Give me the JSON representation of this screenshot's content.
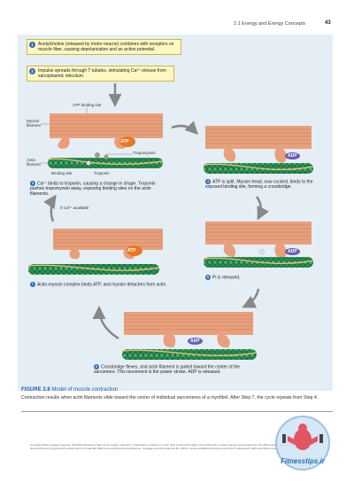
{
  "header": {
    "section": "2.1  Energy and Energy Concepts",
    "page_number": "43"
  },
  "steps": {
    "s1": {
      "num": "1",
      "text": "Acetylcholine (released by motor neuron) combines with receptors on muscle fiber, causing depolarization and an action potential."
    },
    "s2": {
      "num": "2",
      "text": "Impulse spreads through T tubules, stimulating Ca²⁺ release from sarcoplasmic reticulum."
    },
    "s3": {
      "num": "3",
      "text": "Ca²⁺ binds to troponin, causing a change in shape. Troponin pushes tropomyosin away, exposing binding sites on the actin filaments."
    },
    "s4": {
      "num": "4",
      "text": "ATP is split. Myosin head, now cocked, binds to the exposed binding site, forming a crossbridge."
    },
    "s5": {
      "num": "5",
      "text": "Pi is released."
    },
    "s6": {
      "num": "6",
      "text": "Crossbridge flexes, and actin filament is pulled toward the center of the sarcomere. This movement is the power stroke. ADP is released."
    },
    "s7": {
      "num": "7",
      "text": "Actin-myosin complex binds ATP, and myosin detaches from actin."
    }
  },
  "labels": {
    "atp_binding_site": "ATP binding site",
    "myosin_filament": "Myosin filament",
    "actin_filament": "Actin filament",
    "tropomyosin": "Tropomyosin",
    "binding_site": "Binding site",
    "troponin": "Troponin",
    "ca_available": "If Ca²⁺ available",
    "atp": "ATP",
    "adp": "ADP"
  },
  "caption": {
    "figure": "FIGURE 2.8",
    "title": "Model of muscle contraction",
    "body": "Contraction results when actin filaments slide toward the center of individual sarcomeres of a myofibril. After Step 7, the cycle repeats from Step 4."
  },
  "copyright": "Copyright 2021 Cengage Learning. All Rights Reserved. May not be copied, scanned, or duplicated, in whole or in part. Due to electronic rights, some third party content may be suppressed from the eBook and/or eChapter(s). Editorial review has deemed that any suppressed content does not materially affect the overall learning experience. Cengage Learning reserves the right to remove additional content at any time if subsequent rights restrictions require it.",
  "watermark": {
    "text": "Fitnesstips.ir"
  },
  "colors": {
    "panel": "#e6eef5",
    "callout": "#fff7c2",
    "myosin": "#e8a07c",
    "actin": "#2f8a52",
    "atp": "#e87722",
    "adp": "#6a5bb0",
    "step_num": "#2f6db5"
  }
}
